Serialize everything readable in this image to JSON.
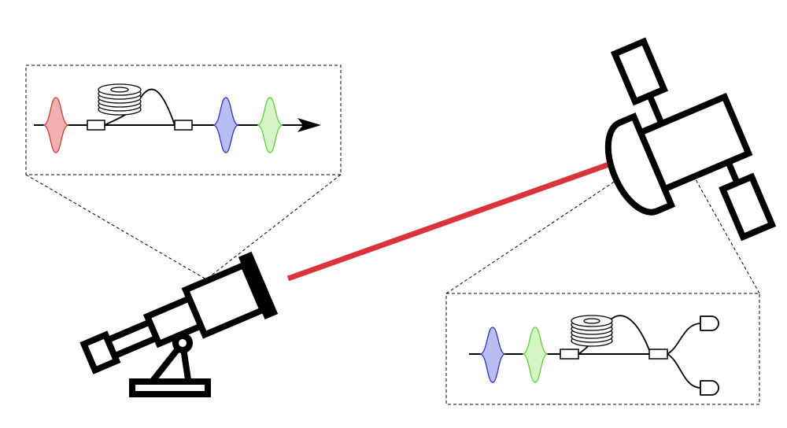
{
  "colors": {
    "background": "#ffffff",
    "outline": "#000000",
    "laser_beam": "#d9343b",
    "pulse_red_stroke": "#d23a3a",
    "pulse_red_fill": "#f2b1b1",
    "pulse_blue_stroke": "#2b36c8",
    "pulse_blue_fill": "#b9bef2",
    "pulse_green_stroke": "#5fd23a",
    "pulse_green_fill": "#d6f5c6"
  },
  "icons": [
    "telescope-icon",
    "satellite-icon",
    "laser-beam",
    "fiber-coil-icon",
    "fiber-coupler-icon",
    "detector-icon",
    "optical-pulse-icon",
    "arrow-icon"
  ],
  "ground_inset": {
    "pulses": [
      "red",
      "blue",
      "green"
    ],
    "components": [
      "coupler",
      "fiber-coil",
      "coupler"
    ],
    "has_output_arrow": true
  },
  "space_inset": {
    "pulses": [
      "blue",
      "green"
    ],
    "components": [
      "coupler",
      "fiber-coil",
      "coupler",
      "detector",
      "detector"
    ]
  }
}
